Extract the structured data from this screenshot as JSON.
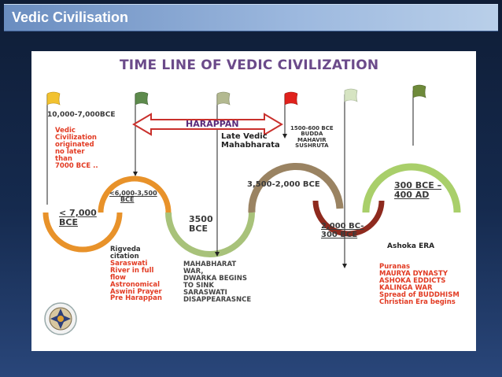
{
  "header": {
    "title": "Vedic Civilisation"
  },
  "diagram": {
    "title": "TIME LINE OF VEDIC CIVILIZATION",
    "harappan_label": "HARAPPAN",
    "period_1": {
      "range": "10,000-7,000BCE",
      "note": [
        "Vedic",
        "Civilization",
        "originated",
        "no later",
        "than",
        "7000 BCE .."
      ],
      "arc_label": [
        "< 7,000",
        "BCE"
      ]
    },
    "period_2": {
      "arc_label": [
        "<6,000-3,500",
        "BCE"
      ],
      "note": [
        "Rigveda",
        "citation",
        "Saraswati",
        "River in full",
        "flow",
        "Astronomical",
        "Aswini Prayer",
        "Pre Harappan"
      ]
    },
    "period_3": {
      "arc_label": [
        "3500",
        "BCE"
      ],
      "note": [
        "MAHABHARAT",
        "WAR,",
        "DWARKA BEGINS",
        "TO SINK",
        "SARASWATI",
        "DISAPPEARASNCE"
      ]
    },
    "period_4": {
      "header": [
        "Late Vedic",
        "Mahabharata"
      ],
      "arc_label": "3,500-2,000 BCE"
    },
    "period_5": {
      "note": [
        "1500-600 BCE",
        "BUDDA",
        "MAHAVIR",
        "SUSHRUTA"
      ],
      "arc_label": [
        "2,000 BC-",
        "300 BCE"
      ]
    },
    "period_6": {
      "arc_label": [
        "300 BCE –",
        "400 AD"
      ],
      "era": "Ashoka ERA",
      "note": [
        "Puranas",
        "MAURYA DYNASTY",
        "ASHOKA EDDICTS",
        "KALINGA WAR",
        "Spread of BUDDHISM",
        "Christian Era begins"
      ]
    },
    "colors": {
      "orange": "#e8922a",
      "green_light": "#a8c27a",
      "brown": "#9a8362",
      "maroon": "#8e2a1e",
      "green_bright": "#a9cf6a",
      "red_text": "#e23a22",
      "title_purple": "#6b4a8a"
    },
    "flags": [
      "yellow",
      "green",
      "olive",
      "red",
      "pale-green",
      "dark-green"
    ]
  }
}
